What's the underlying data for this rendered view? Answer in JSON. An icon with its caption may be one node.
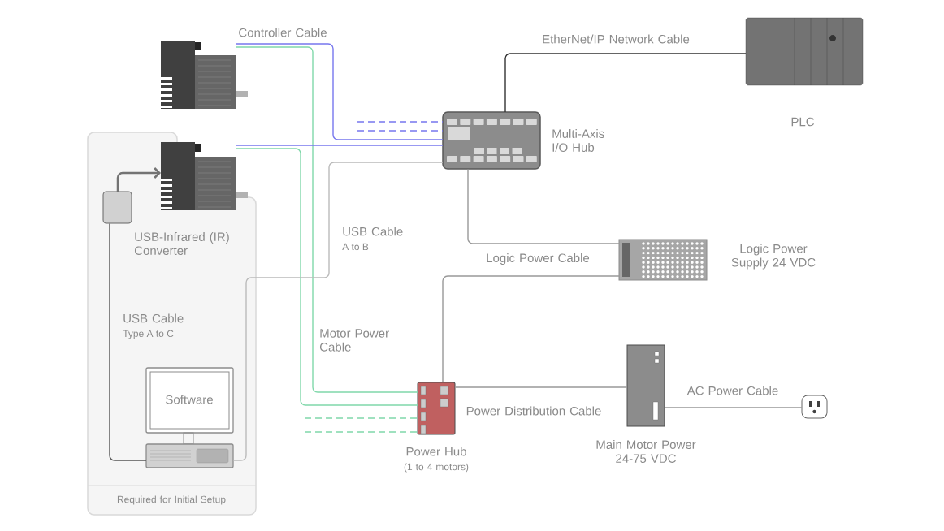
{
  "diagram": {
    "nodes": [
      {
        "text": [],
        "shape": "picture"
      },
      {
        "text": [
          "Multi-Axis I/O Hub"
        ]
      },
      {
        "text": [
          "PLC"
        ]
      },
      {
        "text": [
          "Required for Initial Setup"
        ]
      },
      {
        "text": [],
        "shape": "picture",
        "in": 3
      },
      {
        "text": [
          "USB-Infrared (IR) Converter"
        ],
        "in": 3
      },
      {
        "text": [
          "Software"
        ],
        "in": 3
      },
      {
        "text": [
          "Logic Power Supply 24 VDC"
        ]
      },
      {
        "text": [
          "Power Hub",
          "(1 to 4 motors)"
        ]
      },
      {
        "text": [
          "Main Motor Power 24-75 VDC"
        ]
      },
      {
        "text": [],
        "shape": "picture"
      }
    ],
    "edges": [
      {
        "from": 0,
        "to": 1,
        "arrow": "none",
        "label": "Controller Cable",
        "color": "#7777ee"
      },
      {
        "from": 0,
        "to": 8,
        "arrow": "none",
        "color": "#80d8aa"
      },
      {
        "from": 4,
        "to": 1,
        "arrow": "none",
        "color": "#7777ee"
      },
      {
        "from": 4,
        "to": 8,
        "arrow": "none",
        "label": "Motor Power Cable",
        "color": "#80d8aa"
      },
      {
        "from": 1,
        "to": 2,
        "arrow": "none",
        "label": "EtherNet/IP Network Cable",
        "color": "#333333"
      },
      {
        "from": 6,
        "to": 1,
        "arrow": "none",
        "label": "USB Cable",
        "color": "#bbbbbb"
      },
      {
        "from": 6,
        "to": 5,
        "arrow": "none",
        "label": "USB Cable",
        "color": "#555555"
      },
      {
        "from": 1,
        "to": 7,
        "arrow": "none"
      },
      {
        "from": 7,
        "to": 8,
        "arrow": "none",
        "label": "Logic Power Cable"
      },
      {
        "from": 8,
        "to": 9,
        "arrow": "none",
        "label": "Power Distribution Cable"
      },
      {
        "from": 9,
        "to": 10,
        "arrow": "none",
        "label": "AC Power Cable"
      },
      {
        "from": 5,
        "to": 4,
        "arrow": "to",
        "color": "#737373"
      },
      {
        "from": null,
        "to": 1,
        "arrow": "none",
        "style": "dashed",
        "color": "#7777ee"
      },
      {
        "from": null,
        "to": 1,
        "arrow": "none",
        "style": "dashed",
        "color": "#7777ee"
      },
      {
        "from": null,
        "to": 8,
        "arrow": "none",
        "style": "dashed",
        "color": "#80d8aa"
      },
      {
        "from": null,
        "to": 8,
        "arrow": "none",
        "style": "dashed",
        "color": "#80d8aa"
      }
    ],
    "labels": [
      "A to B",
      "Type A to C"
    ]
  }
}
